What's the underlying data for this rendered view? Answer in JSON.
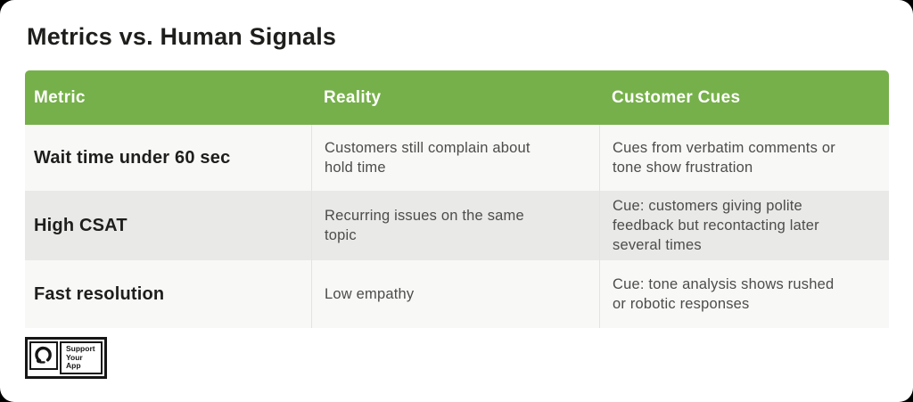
{
  "title": "Metrics vs. Human Signals",
  "colors": {
    "header_green": "#76b04a",
    "header_text": "#ffffff",
    "row_light": "#f8f8f7",
    "row_alt_gray": "#e9e9e8",
    "title_text": "#1e1e1c",
    "body_text": "#4c4c4a",
    "logo_black": "#161616"
  },
  "table": {
    "columns": [
      "Metric",
      "Reality",
      "Customer Cues"
    ],
    "rows": [
      {
        "metric": "Wait time under 60 sec",
        "reality": "Customers still complain about\nhold time",
        "cues": "Cues from verbatim comments or\ntone show frustration"
      },
      {
        "metric": "High CSAT",
        "reality": "Recurring issues on the same\ntopic",
        "cues": "Cue: customers giving polite\nfeedback but recontacting later\nseveral times"
      },
      {
        "metric": "Fast resolution",
        "reality": "Low empathy",
        "cues": "Cue: tone analysis shows rushed\nor robotic responses"
      }
    ]
  },
  "logo": {
    "icon": "headset-icon",
    "text": "Support\nYour\nApp"
  },
  "chart_data": {
    "type": "table",
    "title": "Metrics vs. Human Signals",
    "columns": [
      "Metric",
      "Reality",
      "Customer Cues"
    ],
    "rows": [
      [
        "Wait time under 60 sec",
        "Customers still complain about hold time",
        "Cues from verbatim comments or tone show frustration"
      ],
      [
        "High CSAT",
        "Recurring issues on the same topic",
        "Cue: customers giving polite feedback but recontacting later several times"
      ],
      [
        "Fast resolution",
        "Low empathy",
        "Cue: tone analysis shows rushed or robotic responses"
      ]
    ],
    "layout": {
      "header_background": "#76b04a",
      "alternating_row_colors": [
        "#f8f8f7",
        "#e9e9e8"
      ],
      "grid": "subtle vertical dividers between columns"
    }
  }
}
